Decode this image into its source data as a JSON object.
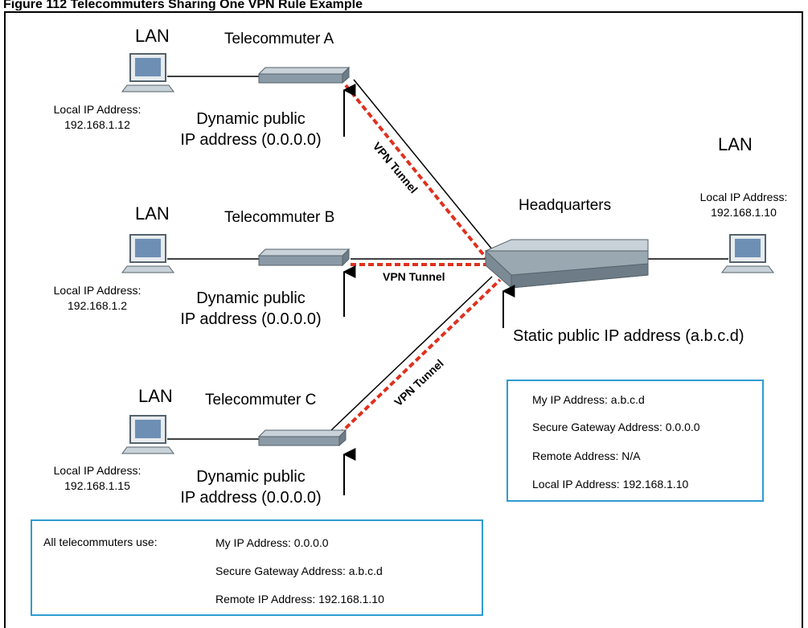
{
  "figure": {
    "caption": "Figure 112   Telecommuters Sharing One VPN Rule Example"
  },
  "telecommuters": [
    {
      "lan": "LAN",
      "name": "Telecommuter A",
      "local_ip_label": "Local IP Address:",
      "local_ip": "192.168.1.12",
      "dynamic_line1": "Dynamic public",
      "dynamic_line2": "IP address (0.0.0.0)",
      "tunnel_label": "VPN Tunnel"
    },
    {
      "lan": "LAN",
      "name": "Telecommuter B",
      "local_ip_label": "Local IP Address:",
      "local_ip": "192.168.1.2",
      "dynamic_line1": "Dynamic public",
      "dynamic_line2": "IP address (0.0.0.0)",
      "tunnel_label": "VPN Tunnel"
    },
    {
      "lan": "LAN",
      "name": "Telecommuter C",
      "local_ip_label": "Local IP Address:",
      "local_ip": "192.168.1.15",
      "dynamic_line1": "Dynamic public",
      "dynamic_line2": "IP address (0.0.0.0)",
      "tunnel_label": "VPN Tunnel"
    }
  ],
  "headquarters": {
    "name": "Headquarters",
    "lan": "LAN",
    "local_ip_label": "Local IP Address:",
    "local_ip": "192.168.1.10",
    "static_ip": "Static public IP address (a.b.c.d)"
  },
  "hq_settings": {
    "my_ip": "My IP Address: a.b.c.d",
    "secure_gateway": "Secure Gateway Address: 0.0.0.0",
    "remote": "Remote Address: N/A",
    "local_ip": "Local IP Address: 192.168.1.10"
  },
  "telecommuter_settings": {
    "heading": "All telecommuters use:",
    "my_ip": "My IP Address: 0.0.0.0",
    "secure_gateway": "Secure Gateway Address: a.b.c.d",
    "remote_ip": "Remote IP Address: 192.168.1.10"
  },
  "colors": {
    "tunnel": "#e0301e",
    "box_border": "#2f9bd0",
    "device": "#8a9aa6"
  }
}
